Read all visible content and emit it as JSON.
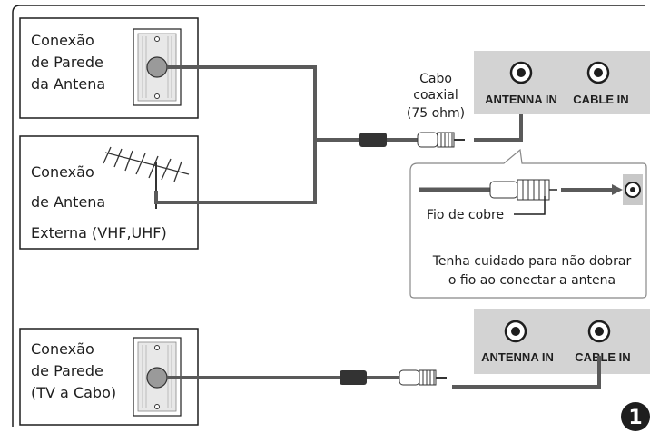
{
  "boxes": {
    "wall_antenna": [
      "Conexão",
      "de Parede",
      "da Antena"
    ],
    "external_antenna": [
      "Conexão",
      "de Antena",
      "Externa (VHF,UHF)"
    ],
    "wall_cable": [
      "Conexão",
      "de Parede",
      "(TV a Cabo)"
    ]
  },
  "coax_label": [
    "Cabo",
    "coaxial",
    "(75 ohm)"
  ],
  "panel_top": {
    "antenna_in": "ANTENNA IN",
    "cable_in": "CABLE IN"
  },
  "panel_bottom": {
    "antenna_in": "ANTENNA IN",
    "cable_in": "CABLE IN"
  },
  "callout": {
    "wire_label": "Fio de cobre",
    "note": [
      "Tenha cuidado para não dobrar",
      "o fio ao conectar a antena"
    ]
  },
  "step_number": "1",
  "colors": {
    "line": "#1e1e1e",
    "cable": "#5a5a5a",
    "panel": "#d3d3d3"
  }
}
